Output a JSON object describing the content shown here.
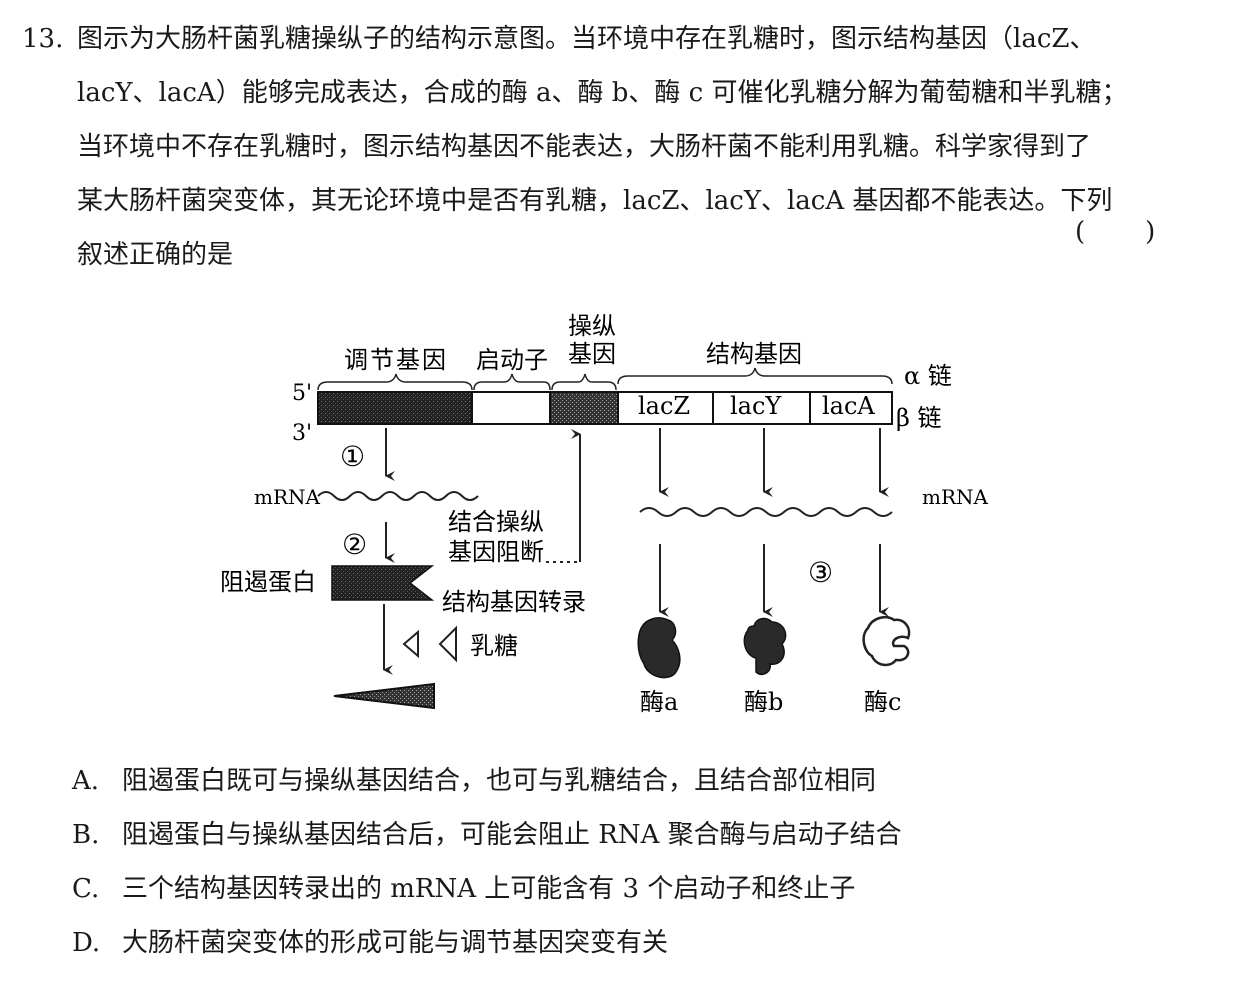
{
  "question": {
    "number": "13.",
    "lines": [
      "图示为大肠杆菌乳糖操纵子的结构示意图。当环境中存在乳糖时，图示结构基因（lacZ、",
      "lacY、lacA）能够完成表达，合成的酶 a、酶 b、酶 c 可催化乳糖分解为葡萄糖和半乳糖；",
      "当环境中不存在乳糖时，图示结构基因不能表达，大肠杆菌不能利用乳糖。科学家得到了",
      "某大肠杆菌突变体，其无论环境中是否有乳糖，lacZ、lacY、lacA 基因都不能表达。下列",
      "叙述正确的是"
    ],
    "answer_bracket_open": "(",
    "answer_bracket_close": ")"
  },
  "diagram": {
    "label_regulator": "调节基因",
    "label_promoter": "启动子",
    "label_operator_1": "操纵",
    "label_operator_2": "基因",
    "label_structural": "结构基因",
    "alpha_chain": "α 链",
    "beta_chain": "β 链",
    "five_prime": "5'",
    "three_prime": "3'",
    "genes": [
      "lacZ",
      "lacY",
      "lacA"
    ],
    "step1": "①",
    "step2": "②",
    "step3": "③",
    "mrna_left": "mRNA",
    "mrna_right": "mRNA",
    "binding_note_1": "结合操纵",
    "binding_note_2": "基因阻断",
    "repressor": "阻遏蛋白",
    "transcription_note": "结构基因转录",
    "lactose": "乳糖",
    "enzymes": [
      "酶a",
      "酶b",
      "酶c"
    ]
  },
  "options": [
    {
      "letter": "A.",
      "text": "阻遏蛋白既可与操纵基因结合，也可与乳糖结合，且结合部位相同"
    },
    {
      "letter": "B.",
      "text": "阻遏蛋白与操纵基因结合后，可能会阻止 RNA 聚合酶与启动子结合"
    },
    {
      "letter": "C.",
      "text": "三个结构基因转录出的 mRNA 上可能含有 3 个启动子和终止子"
    },
    {
      "letter": "D.",
      "text": "大肠杆菌突变体的形成可能与调节基因突变有关"
    }
  ]
}
